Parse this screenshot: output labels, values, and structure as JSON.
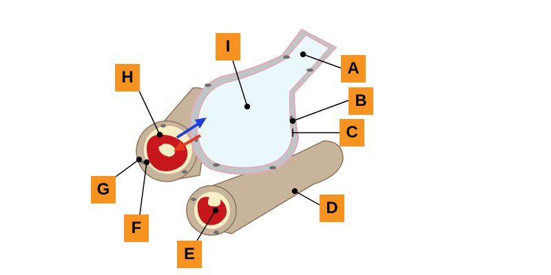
{
  "labels": {
    "a": "A",
    "b": "B",
    "c": "C",
    "d": "D",
    "e": "E",
    "f": "F",
    "g": "G",
    "h": "H",
    "i": "I"
  },
  "colors": {
    "label_box": "#f7931e",
    "label_text": "#000000",
    "capillary": "#c8b49a",
    "capillary_outline": "#8a7660",
    "blood": "#c8161d",
    "plasma": "#f6efc4",
    "alveolus_air": "#eaf7fb",
    "alveolar_wall": "#e7a7b6",
    "alveolar_wall_inner": "#bfc4c6",
    "cell_nucleus": "#6f6f6f",
    "arrow_blue": "#1e3fd8",
    "arrow_red": "#e8381f",
    "leader_line": "#000000"
  }
}
